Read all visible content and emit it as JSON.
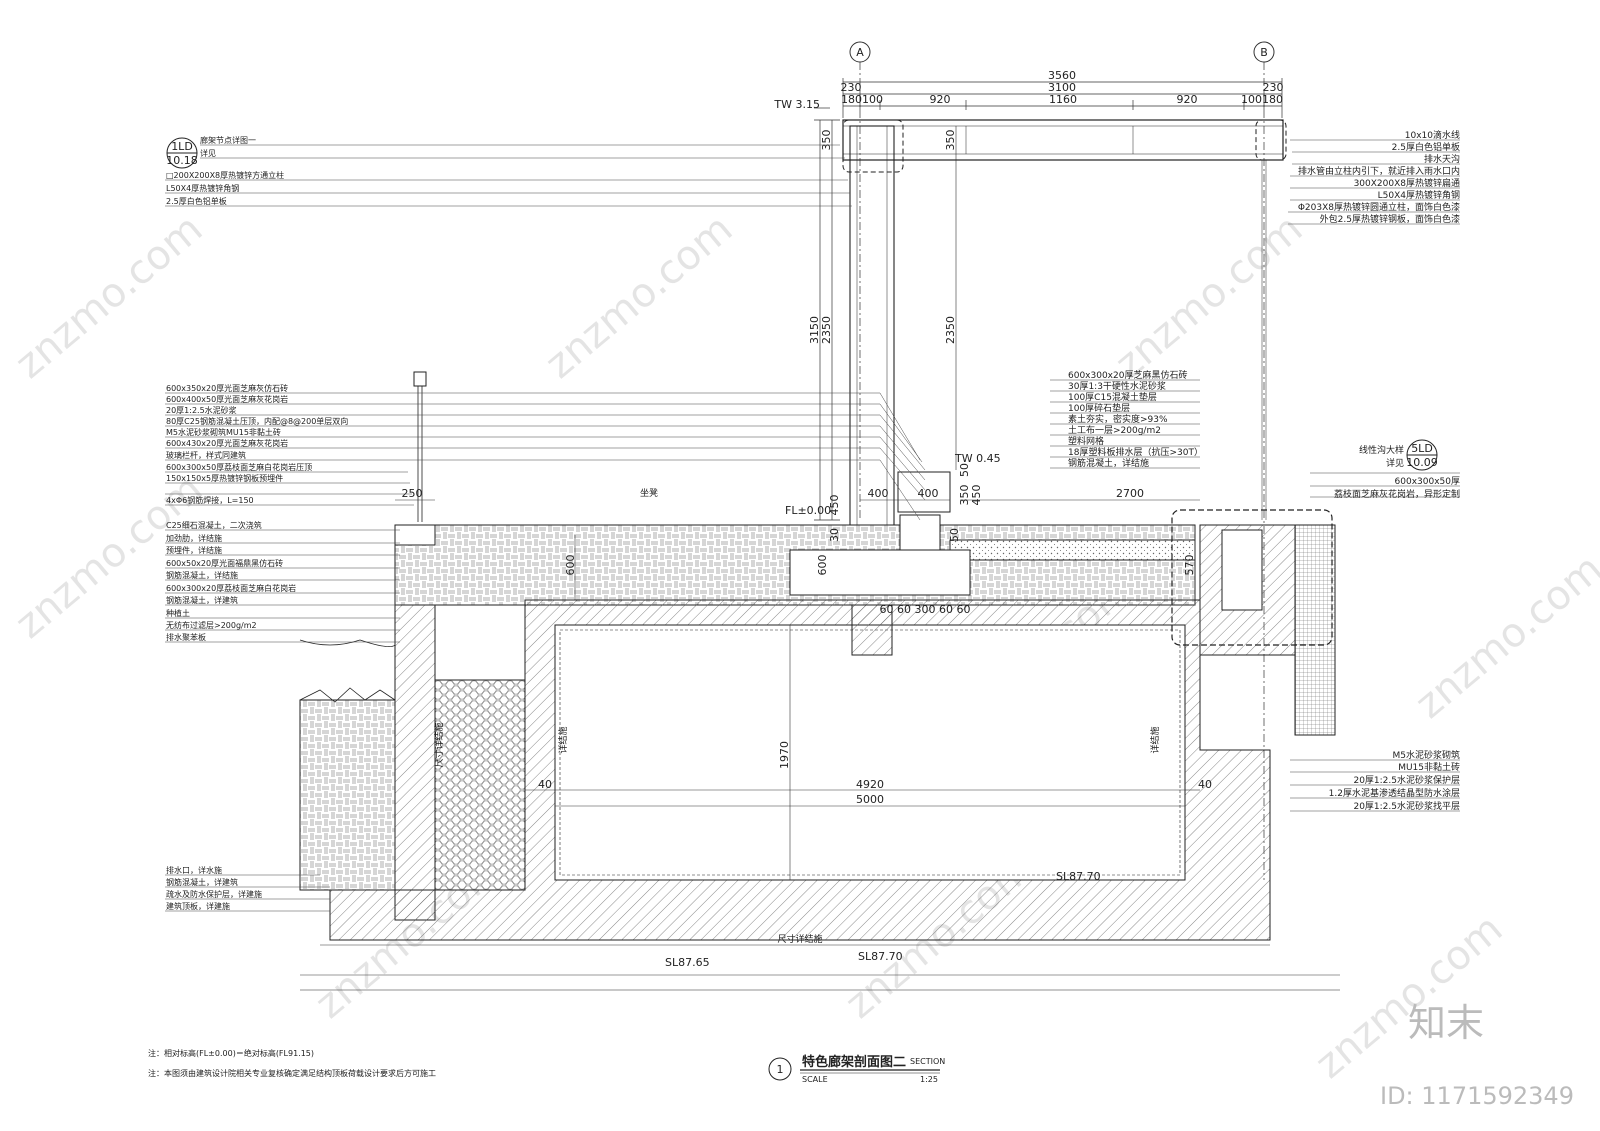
{
  "grid": {
    "a": "A",
    "b": "B"
  },
  "top_dims": {
    "overall": "3560",
    "inner": "3100",
    "left_230": "230",
    "right_230": "230",
    "seg_180_100": "180100",
    "seg_920_l": "920",
    "seg_1160": "1160",
    "seg_920_r": "920",
    "seg_100_180": "100180"
  },
  "levels": {
    "tw_315": "TW 3.15",
    "tw_045": "TW 0.45",
    "fl_000": "FL±0.00",
    "sl_8770_a": "SL87.70",
    "sl_8765": "SL87.65",
    "sl_8770_b": "SL87.70"
  },
  "vertical_dims": {
    "d3150": "3150",
    "d2350_l": "2350",
    "d2350_r": "2350",
    "d350_l": "350",
    "d350_r": "350",
    "d450_l": "450",
    "d450_r": "450",
    "d350_s": "350",
    "d50": "50",
    "d600_a": "600",
    "d600_b": "600",
    "d570": "570",
    "d1970": "1970",
    "d30": "30",
    "d50_b": "50"
  },
  "horiz_dims": {
    "d250": "250",
    "d400_a": "400",
    "d400_b": "400",
    "d2700": "2700",
    "d60_300": "60 60 300 60 60",
    "d40_l": "40",
    "d40_r": "40",
    "d4920": "4920",
    "d5000": "5000"
  },
  "detail_refs": {
    "ref1_top": "1LD",
    "ref1_bot": "10.18",
    "ref5_top": "5LD",
    "ref5_bot": "10.09"
  },
  "left_notes_top": [
    "廊架节点详图一",
    "详见",
    "□200X200X8厚热镀锌方通立柱",
    "L50X4厚热镀锌角钢",
    "2.5厚白色铝单板"
  ],
  "left_notes_mid": [
    "600x350x20厚光面芝麻灰仿石砖",
    "600x400x50厚光面芝麻灰花岗岩",
    "20厚1:2.5水泥砂浆",
    "80厚C25钢筋混凝土压顶，内配@8@200单层双向",
    "M5水泥砂浆砌筑MU15非黏土砖",
    "600x430x20厚光面芝麻灰花岗岩",
    "玻璃栏杆，样式同建筑",
    "600x300x50厚荔枝面芝麻白花岗岩压顶",
    "150x150x5厚热镀锌钢板预埋件",
    "4xΦ6钢筋焊接，L=150",
    "C25细石混凝土，二次浇筑",
    "加劲肋，详结施",
    "预埋件，详结施",
    "600x50x20厚光面福鼎黑仿石砖",
    "钢筋混凝土，详结施",
    "600x300x20厚荔枝面芝麻白花岗岩",
    "钢筋混凝土，详建筑",
    "种植土",
    "无纺布过滤层>200g/m2",
    "排水聚苯板"
  ],
  "left_notes_bot": [
    "排水口，详水施",
    "钢筋混凝土，详建筑",
    "疏水及防水保护层，详建施",
    "建筑顶板，详建施"
  ],
  "right_notes_top": [
    "10x10滴水线",
    "2.5厚白色铝单板",
    "排水天沟",
    "排水管由立柱内引下，就近排入雨水口内",
    "300X200X8厚热镀锌扁通",
    "L50X4厚热镀锌角钢",
    "Φ203X8厚热镀锌圆通立柱，面饰白色漆",
    "外包2.5厚热镀锌钢板，面饰白色漆"
  ],
  "right_notes_mid": [
    "600x300x20厚芝麻黑仿石砖",
    "30厚1:3干硬性水泥砂浆",
    "100厚C15混凝土垫层",
    "100厚碎石垫层",
    "素土夯实，密实度>93%",
    "土工布一层>200g/m2",
    "塑料网格",
    "18厚塑料板排水层（抗压>30T）",
    "钢筋混凝土，详结施"
  ],
  "right_notes_drain": [
    "线性沟大样",
    "详见",
    "600x300x50厚",
    "荔枝面芝麻灰花岗岩，异形定制"
  ],
  "right_notes_bot": [
    "M5水泥砂浆砌筑",
    "MU15非黏土砖",
    "20厚1:2.5水泥砂浆保护层",
    "1.2厚水泥基渗透结晶型防水涂层",
    "20厚1:2.5水泥砂浆找平层"
  ],
  "inline_labels": {
    "seat": "坐凳",
    "detail_l": "详结施",
    "detail_r": "详结施",
    "detail_v": "尺寸详结施",
    "bottom_dim": "尺寸详结施"
  },
  "title": {
    "number": "1",
    "name": "特色廊架剖面图二",
    "sub1": "SECTION",
    "scale_label": "SCALE",
    "scale": "1:25"
  },
  "footnotes": [
    "注：相对标高(FL±0.00)＝绝对标高(FL91.15)",
    "注：本图须由建筑设计院相关专业复核确定满足结构顶板荷载设计要求后方可施工"
  ],
  "brand": {
    "logo_text": "知末",
    "id_text": "ID: 1171592349",
    "watermark": "znzmo.com"
  }
}
